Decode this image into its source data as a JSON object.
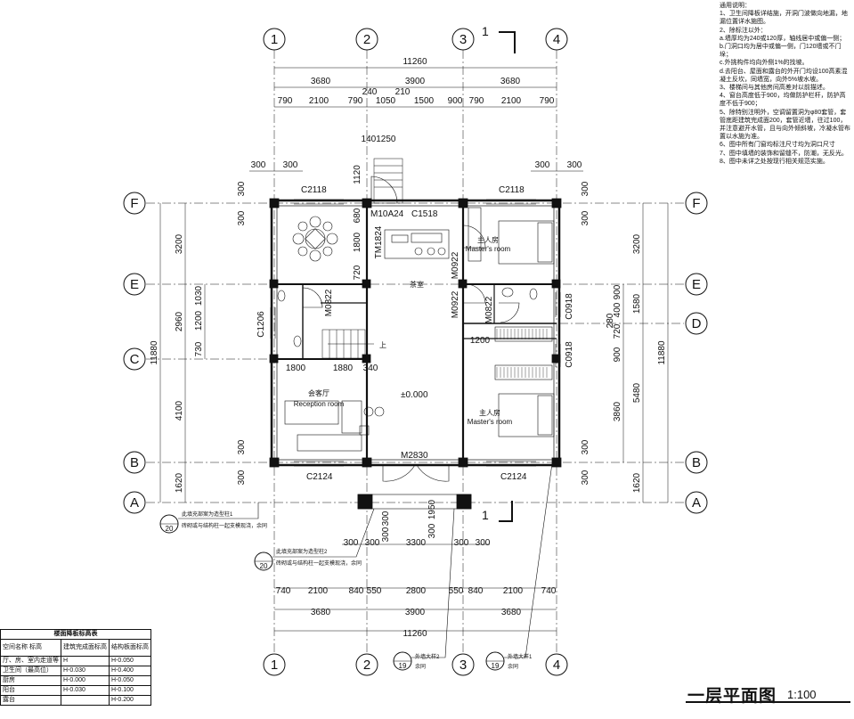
{
  "title": {
    "text": "一层平面图",
    "scale": "1:100"
  },
  "notes": [
    "通用说明：",
    "1、卫生间降板详结施，开洞门波做向地漏，地漏位置详水施图。",
    "2、除标注以外：",
    "a.墙厚均为240或120厚，轴线居中或偏一侧；",
    "b.门洞口均为居中或偏一侧，门120墙或不门垛；",
    "c.外挑构件均向外侧1%的找坡。",
    "d.去阳台、屋面和露台的外开门均设100高素混凝土反坎，同墙宽，向外5%坡水坡。",
    "3、楼梯间与其他房间高差对以前描述。",
    "4、窗台高度低于900，均做防护栏杆，防护高度不低于900；",
    "5、除特别注明外，空调留置洞为φ80套管，套管底距建筑完成面200，套管近墙，往过100，并注意避开水管，且与向外倾斜坡，冷凝水管布置以水施为准。",
    "6、图中所有门窗均标注尺寸均为洞口尺寸",
    "7、图中填墙的装饰和留缝不，防潮，无反光。",
    "8、图中未详之处按现行相关规范实施。"
  ],
  "axes": {
    "columns": [
      "1",
      "2",
      "3",
      "4"
    ],
    "rows_right": [
      "F",
      "E",
      "D",
      "B",
      "A"
    ],
    "rows_left": [
      "F",
      "E",
      "C",
      "B",
      "A"
    ]
  },
  "dims_top": {
    "total": "11260",
    "bays": [
      "3680",
      "3900",
      "3680"
    ],
    "detail": [
      "790",
      "2100",
      "790",
      "1050",
      "1500",
      "900",
      "790",
      "2100",
      "790"
    ],
    "small": [
      "240",
      "210"
    ],
    "stair": "1401250",
    "corner_left": [
      "300",
      "300"
    ],
    "corner_right": [
      "300",
      "300"
    ]
  },
  "dims_bottom": {
    "detail": [
      "740",
      "2100",
      "840",
      "550",
      "2800",
      "550",
      "840",
      "2100",
      "740"
    ],
    "bays": [
      "3680",
      "3900",
      "3680"
    ],
    "total": "11260",
    "porch": [
      "300",
      "300",
      "3300",
      "300",
      "300"
    ],
    "porch_depth": [
      "300",
      "300",
      "300",
      "1950"
    ]
  },
  "dims_left": {
    "total": "11880",
    "bays": [
      "3200",
      "2960",
      "4100",
      "1620"
    ],
    "detail": [
      "1030",
      "1200",
      "730"
    ],
    "small": [
      "300",
      "300",
      "300",
      "300"
    ]
  },
  "dims_right": {
    "total": "11880",
    "bays": [
      "3200",
      "1580",
      "5480",
      "1620"
    ],
    "detail": [
      "900",
      "400",
      "720",
      "900",
      "3860",
      "280"
    ],
    "small": [
      "300",
      "300",
      "300",
      "300"
    ]
  },
  "openings": [
    "C2118",
    "C2118",
    "C2124",
    "C2124",
    "M10A24",
    "C1518",
    "TM1824",
    "M0922",
    "M0922",
    "M0822",
    "M0822",
    "C1206",
    "C0918",
    "C0918",
    "M2830"
  ],
  "inner_dims": [
    "1120",
    "680",
    "1800",
    "720",
    "1800",
    "1880",
    "340",
    "1200"
  ],
  "rooms": [
    {
      "name": "茶室",
      "en": ""
    },
    {
      "name": "主人房",
      "en": "Master's room"
    },
    {
      "name": "主人房",
      "en": "Master's room"
    },
    {
      "name": "会客厅",
      "en": "Reception room"
    }
  ],
  "labels": {
    "elevation": "±0.000",
    "up": "上",
    "cut": "1"
  },
  "callouts": [
    {
      "text": "此填充部案为造型柱1",
      "sub": "砖砌或与结构柱一起支模现浇，余同",
      "num": "20"
    },
    {
      "text": "此填充部案为造型柱2",
      "sub": "砖砌或与结构柱一起支模现浇，余同",
      "num": "20"
    }
  ],
  "bottom_tags": [
    {
      "label": "外墙大样2",
      "num": "19",
      "sub": "余同"
    },
    {
      "label": "外墙大样1",
      "num": "19",
      "sub": "余同"
    }
  ],
  "legend_table": {
    "title": "楼面降板标高表",
    "headers": [
      "空间名称",
      "标高",
      "建筑完成面标高",
      "结构板面标高"
    ],
    "rows": [
      [
        "厅、房、室内走道等",
        "H",
        "H-0.050"
      ],
      [
        "卫生间（最高位）",
        "H-0.030",
        "H-0.400"
      ],
      [
        "厨房",
        "H-0.000",
        "H-0.050"
      ],
      [
        "阳台",
        "H-0.030",
        "H-0.100"
      ],
      [
        "露台",
        "",
        "H-0.200"
      ]
    ]
  }
}
